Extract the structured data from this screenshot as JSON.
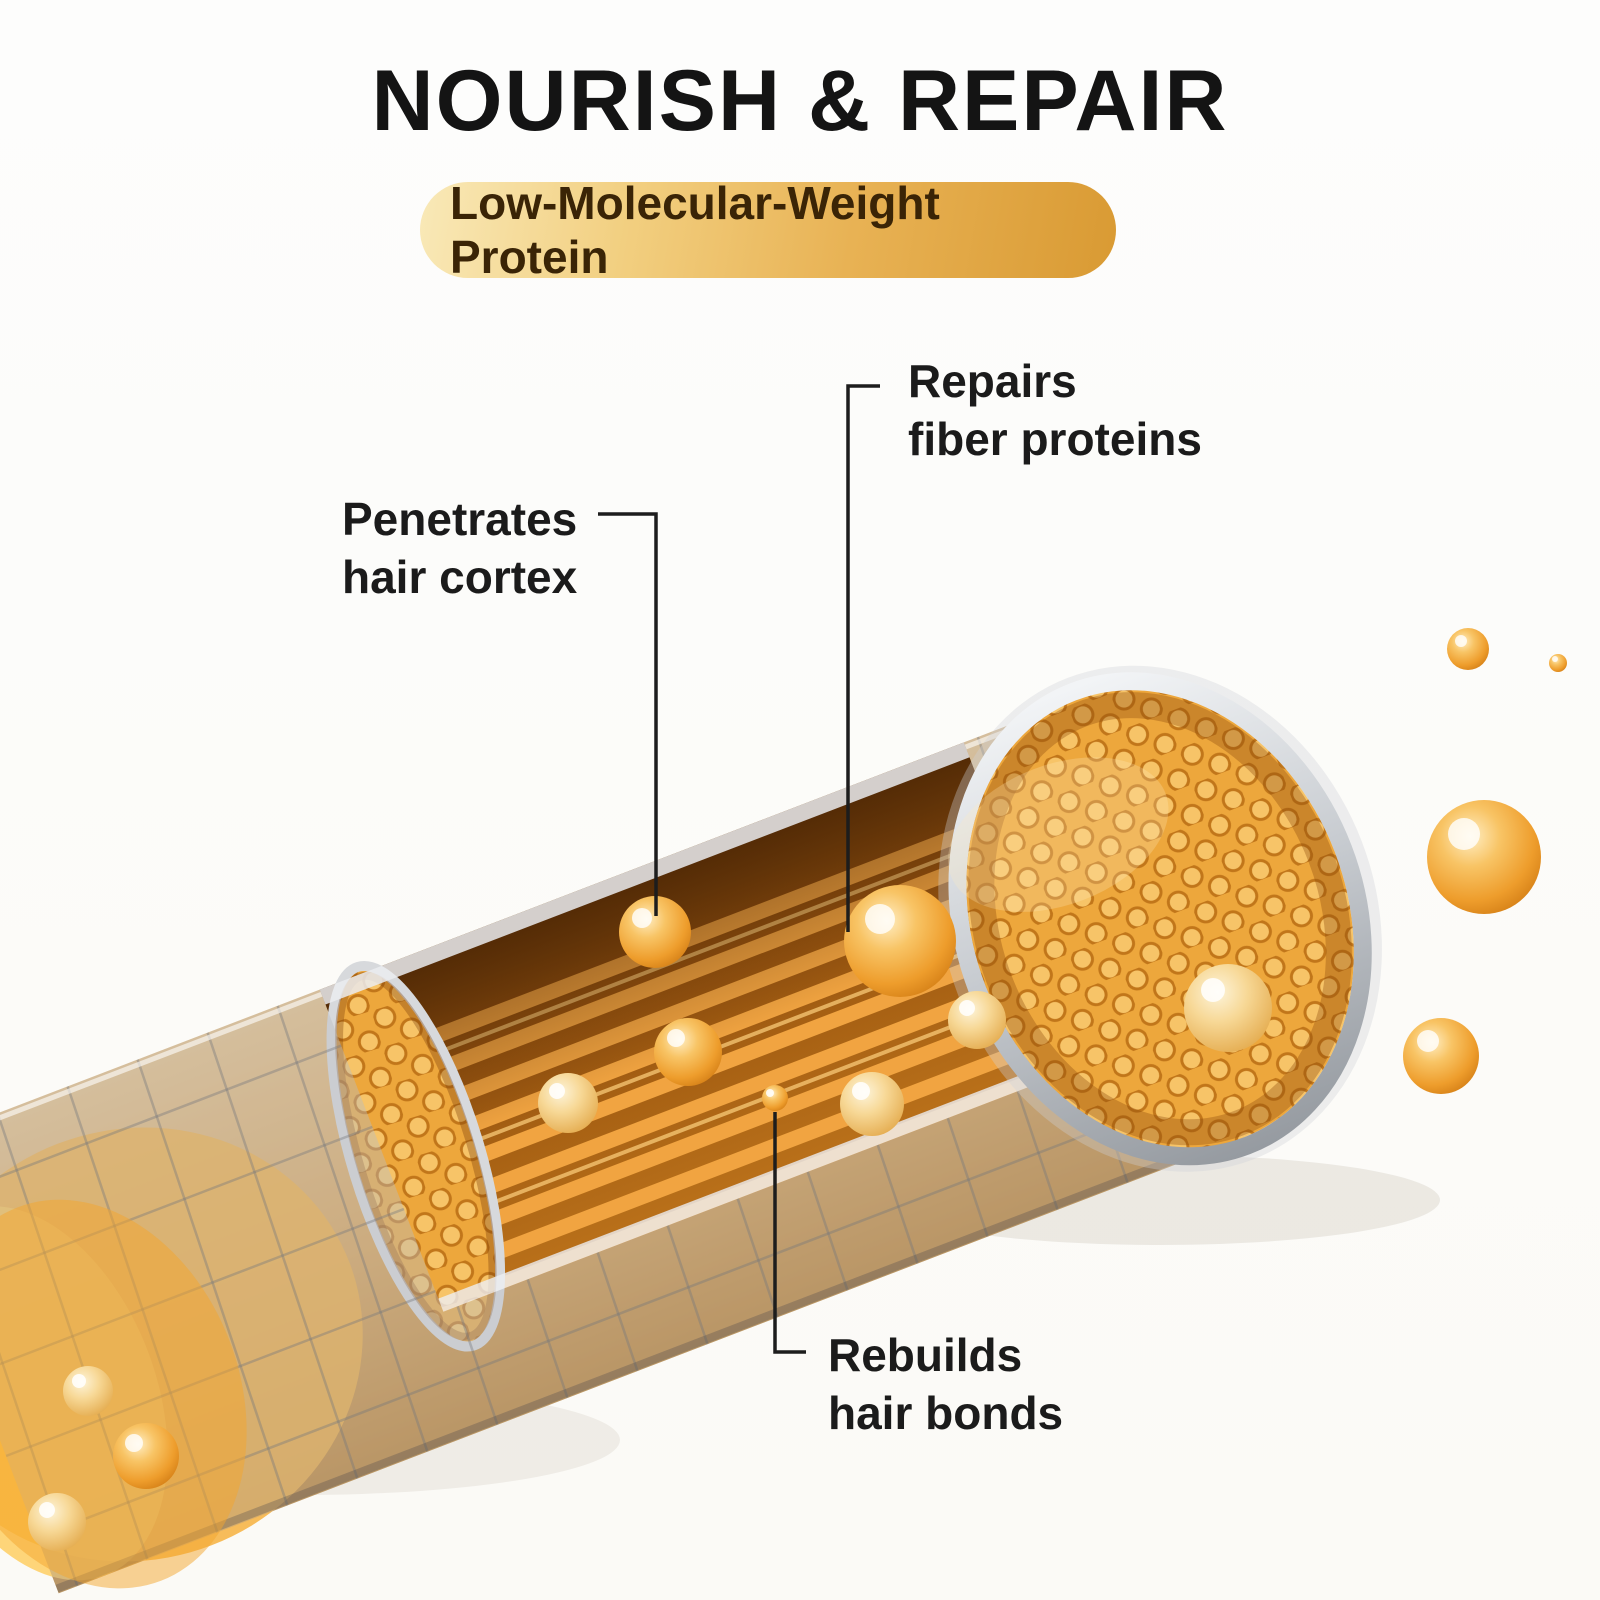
{
  "title": "NOURISH & REPAIR",
  "badge": {
    "label": "Low-Molecular-Weight Protein"
  },
  "callouts": {
    "repairs": {
      "line1": "Repairs",
      "line2": "fiber proteins"
    },
    "penetrates": {
      "line1": "Penetrates",
      "line2": "hair cortex"
    },
    "rebuilds": {
      "line1": "Rebuilds",
      "line2": "hair bonds"
    }
  },
  "illustration": {
    "description": "Cutaway 3D render of a hair shaft: translucent outer cuticle over golden cortex fibers, honeycomb cross-section face, and golden protein droplets floating inside and around the shaft",
    "parts": {
      "cuticle": "translucent cuticle layer with scale grid",
      "cortex": "exposed golden cortex fibers in cut-open trough",
      "cross_section": "honeycomb cross-section end face with silver rim",
      "droplets": "low-molecular-weight protein droplets"
    }
  },
  "colors": {
    "background": "#fcfcfa",
    "title_text": "#141414",
    "badge_gradient_start": "#f9e9b8",
    "badge_gradient_end": "#d99a33",
    "badge_text": "#3a2406",
    "callout_text": "#1b1b1b",
    "droplet_gold": "#f2a93c",
    "cortex_orange": "#d9952f",
    "cuticle_gray": "#b9bcc2"
  }
}
